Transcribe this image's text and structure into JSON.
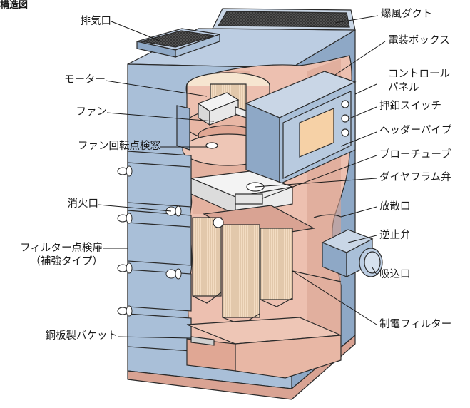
{
  "title": "構造図",
  "labels": {
    "exhaust_port": "排気口",
    "motor": "モーター",
    "fan": "ファン",
    "fan_window": "ファン回転点検窓",
    "extinguish_port": "消火口",
    "filter_door_1": "フィルター点検扉",
    "filter_door_2": "（補強タイプ）",
    "bucket": "鋼板製バケット",
    "blast_duct": "爆風ダクト",
    "electrical_box": "電装ボックス",
    "control_panel_1": "コントロール",
    "control_panel_2": "パネル",
    "push_switch": "押釦スイッチ",
    "header_pipe": "ヘッダーパイプ",
    "blow_tube": "ブローチューブ",
    "diaphragm_valve": "ダイヤフラム弁",
    "vent": "放散口",
    "check_valve": "逆止弁",
    "intake": "吸込口",
    "static_filter": "制電フィルター"
  },
  "colors": {
    "casing_blue": "#a9bfd8",
    "casing_blue_dark": "#8ea8c6",
    "interior_pink": "#edc0b0",
    "interior_pink_dark": "#d9a393",
    "filter_cream": "#f3dcc2",
    "display_orange": "#f6d1a6",
    "line": "#2a2a2a"
  }
}
